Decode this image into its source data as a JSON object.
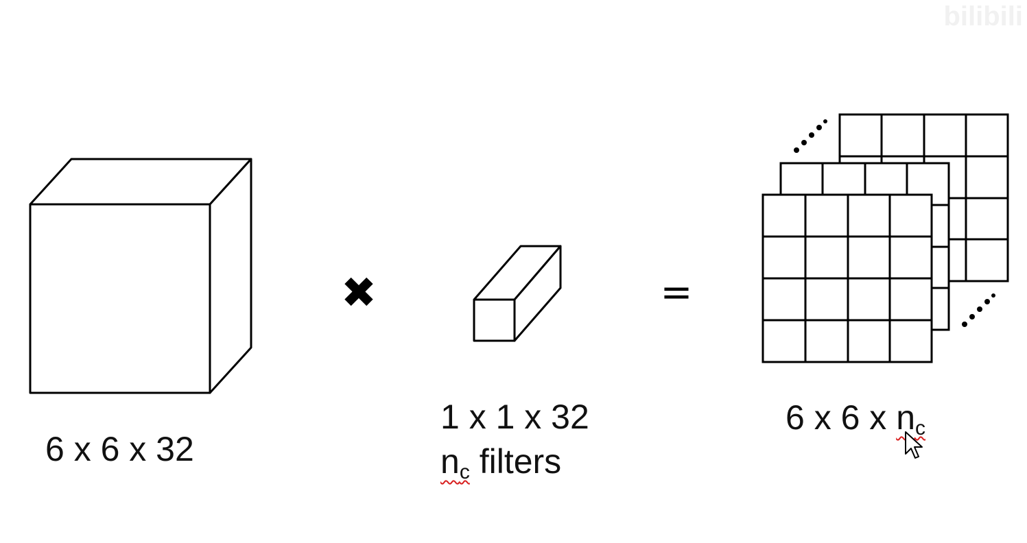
{
  "input_volume": {
    "label": "6 x 6 x 32"
  },
  "operator_multiply": {
    "symbol": "✖"
  },
  "filter": {
    "dims_label": "1 x 1 x 32",
    "count_var": "n",
    "count_sub": "c",
    "count_rest": " filters"
  },
  "operator_equals": {
    "symbol": "="
  },
  "output_volume": {
    "label_prefix": "6 x 6 x ",
    "var": "n",
    "sub": "c"
  },
  "watermark": {
    "text": "bilibili"
  },
  "colors": {
    "stroke": "#000000",
    "text": "#111111",
    "spellcheck": "#d81e1e"
  }
}
